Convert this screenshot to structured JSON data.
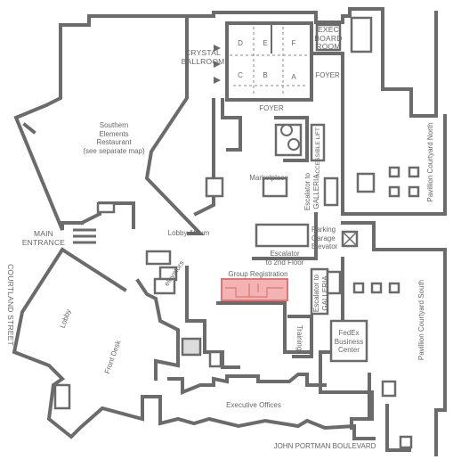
{
  "labels": {
    "exec_board_room": "EXEC\nBOARD\nROOM",
    "crystal_ballroom": "CRYSTAL\nBALLROOM",
    "room_d": "D",
    "room_e": "E",
    "room_f": "F",
    "room_c": "C",
    "room_b": "B",
    "room_a": "A",
    "foyer_right": "FOYER",
    "foyer_bottom": "FOYER",
    "southern_elements": "Southern\nElements\nRestaurant\n(see separate map)",
    "marketplace": "Marketplace",
    "escalator_galleria_top": "Escalator to\nGALLERIA",
    "pavilion_courtyard_north": "Pavillion Courtyard North",
    "main_entrance": "MAIN\nENTRANCE",
    "lobby_atrium": "Lobby Atrium",
    "parking_garage_elevator": "Parking\nGarage\nElevator",
    "escalator_2nd_floor": "Escalator\nto 2nd Floor",
    "group_registration": "Group Registration",
    "elevators": "elevators",
    "escalator_galleria_bottom": "Escalator to\nGALLERIA",
    "courtland_street": "COURTLAND STREET",
    "lobby": "Lobby",
    "front_desk": "Front Desk",
    "training": "Training",
    "fedex_center": "FedEx\nBusiness\nCenter",
    "pavilion_courtyard_south": "Pavillion Courtyard South",
    "executive_offices": "Executive Offices",
    "john_portman_blvd": "JOHN PORTMAN BOULEVARD",
    "accessible_lift": "ACCESSIBLE LIFT"
  },
  "colors": {
    "wall": "#6b6b6b",
    "text": "#666666",
    "highlight_fill": "#f3b3b3",
    "highlight_stroke": "#e07575"
  }
}
